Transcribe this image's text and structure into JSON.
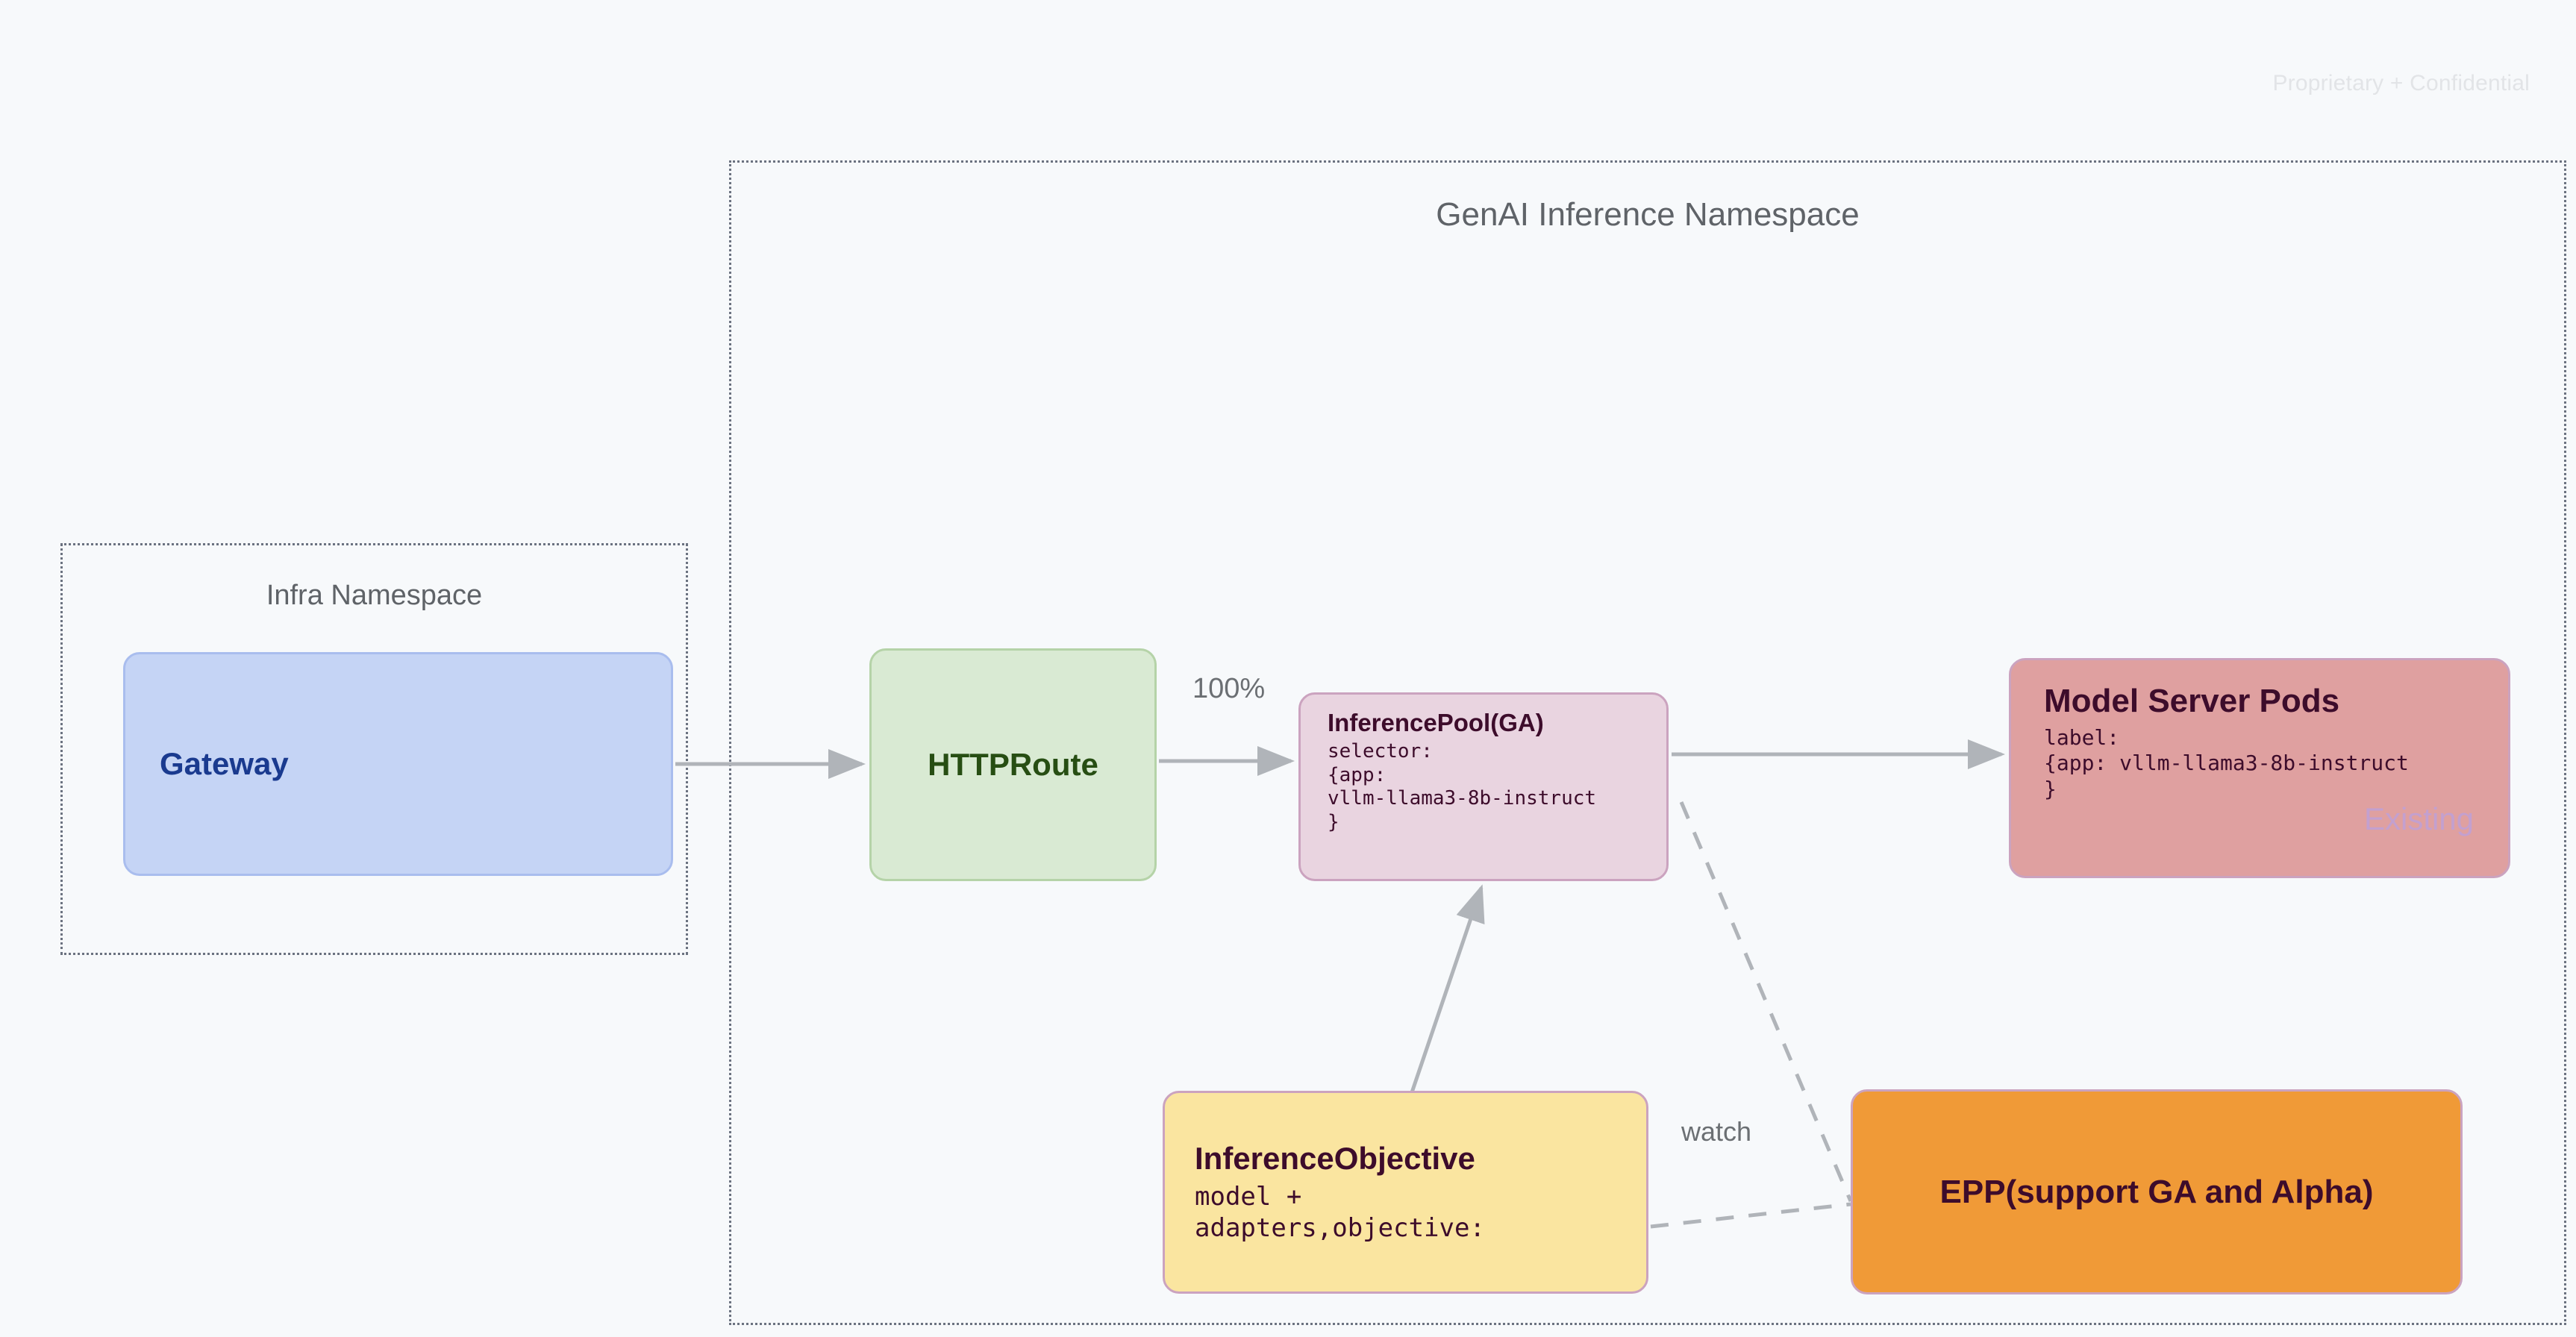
{
  "watermark": {
    "text": "Proprietary + Confidential"
  },
  "namespaces": {
    "genai": {
      "title": "GenAI Inference Namespace"
    },
    "infra": {
      "title": "Infra Namespace"
    }
  },
  "nodes": {
    "gateway": {
      "title": "Gateway"
    },
    "httproute": {
      "title": "HTTPRoute"
    },
    "inferencepool": {
      "title": "InferencePool(GA)",
      "detail": "selector:\n{app:\nvllm-llama3-8b-instruct\n}"
    },
    "modelserverpods": {
      "title": "Model Server Pods",
      "detail": "label:\n{app: vllm-llama3-8b-instruct\n}",
      "badge": "Existing"
    },
    "inferenceobjective": {
      "title": "InferenceObjective",
      "detail": "model +\nadapters,objective:"
    },
    "epp": {
      "title": "EPP(support GA and Alpha)"
    }
  },
  "edges": {
    "traffic_split": "100%",
    "watch": "watch"
  },
  "colors": {
    "canvas": "#f7f9fb",
    "gateway_fill": "#c5d4f5",
    "gateway_text": "#1a3a8f",
    "httproute_fill": "#d9ead3",
    "httproute_text": "#274e13",
    "inferencepool_fill": "#e9d4e0",
    "modelserver_fill": "#dfa0a0",
    "inferenceobjective_fill": "#fae5a0",
    "epp_fill": "#f09a37",
    "dark_text": "#3d0c2b",
    "connector": "#b0b4b9",
    "namespace_border": "#6b7280",
    "watermark_text": "#e2e4e7",
    "existing_badge": "#c3a0cf"
  }
}
